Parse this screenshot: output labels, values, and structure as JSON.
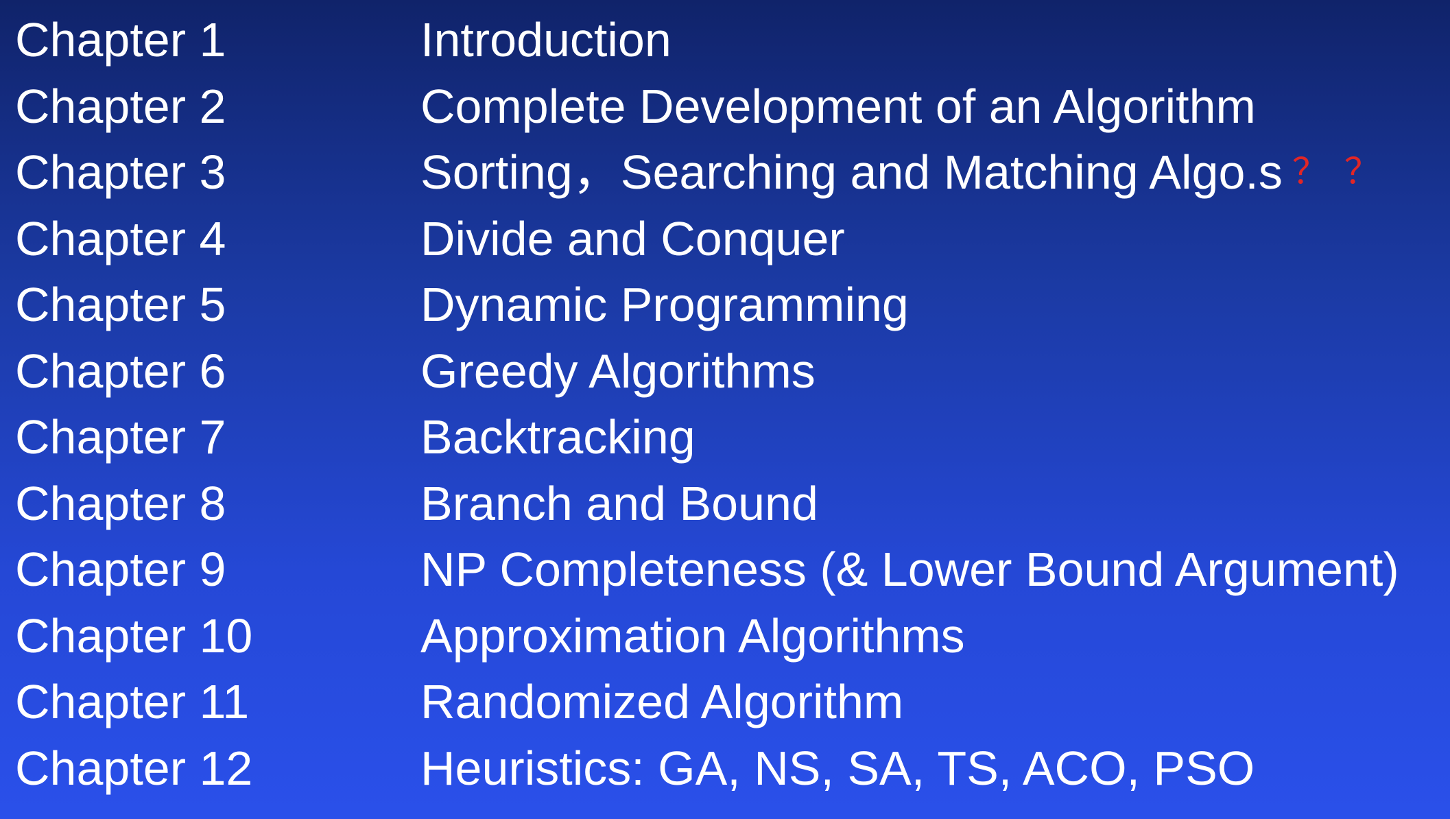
{
  "chapters": [
    {
      "number": "Chapter 1",
      "title": "Introduction"
    },
    {
      "number": "Chapter 2",
      "title": "Complete Development of an Algorithm"
    },
    {
      "number": "Chapter 3",
      "title": "Sorting，Searching and Matching Algo.s",
      "note": "？？"
    },
    {
      "number": "Chapter 4",
      "title": "Divide and Conquer"
    },
    {
      "number": "Chapter 5",
      "title": "Dynamic Programming"
    },
    {
      "number": "Chapter 6",
      "title": "Greedy Algorithms"
    },
    {
      "number": "Chapter 7",
      "title": "Backtracking"
    },
    {
      "number": "Chapter 8",
      "title": "Branch and Bound"
    },
    {
      "number": "Chapter 9",
      "title": "NP Completeness (& Lower Bound Argument)"
    },
    {
      "number": "Chapter 10",
      "title": "Approximation Algorithms"
    },
    {
      "number": "Chapter 11",
      "title": "Randomized Algorithm"
    },
    {
      "number": "Chapter 12",
      "title": "Heuristics: GA, NS, SA, TS, ACO, PSO"
    }
  ],
  "colors": {
    "text": "#ffffff",
    "accent_question": "#e12626",
    "background_top": "#10236a",
    "background_bottom": "#2a50ea"
  }
}
